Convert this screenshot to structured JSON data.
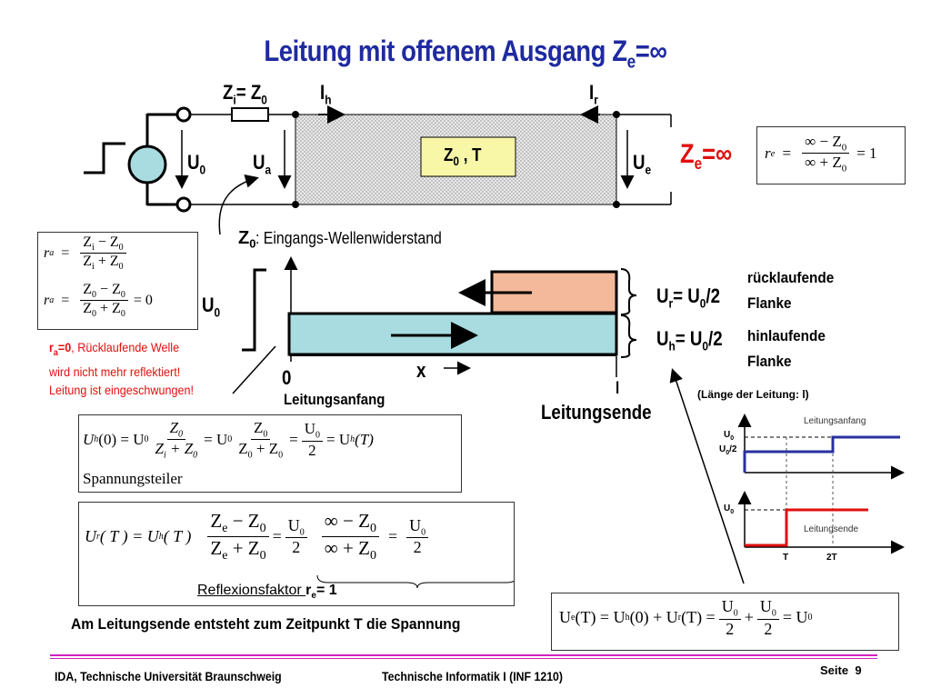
{
  "title": {
    "main": "Leitung mit offenem Ausgang Z",
    "sub": "e",
    "tail": "=∞"
  },
  "circuit": {
    "zi": "Z",
    "zi_sub": "i",
    "zi_eq": "= Z",
    "zi_sub2": "0",
    "ih": "I",
    "ih_sub": "h",
    "ir": "I",
    "ir_sub": "r",
    "u0": "U",
    "u0_sub": "0",
    "ua": "U",
    "ua_sub": "a",
    "ue": "U",
    "ue_sub": "e",
    "line_label": "Z",
    "line_sub": "0",
    "line_tail": " , T",
    "ze": "Z",
    "ze_sub": "e",
    "ze_tail": "=∞"
  },
  "re_box": {
    "lhs": "r",
    "lhs_sub": "e",
    "num": "∞ − Z",
    "num_sub": "0",
    "den": "∞ + Z",
    "den_sub": "0",
    "result": "= 1"
  },
  "z0_caption": {
    "sym": "Z",
    "sub": "0",
    "text": " : Eingangs-Wellenwiderstand"
  },
  "ra_box": {
    "r1_lhs": "r",
    "r1_sub": "a",
    "r1_num": "Z",
    "r1_num_s": "i",
    "r1_num2": " − Z",
    "r1_num_s2": "0",
    "r1_den": "Z",
    "r1_den_s": "i",
    "r1_den2": " + Z",
    "r1_den_s2": "0",
    "r2_num": "Z",
    "r2_num_s": "0",
    "r2_num2": " − Z",
    "r2_num_s2": "0",
    "r2_den": "Z",
    "r2_den_s": "0",
    "r2_den2": " + Z",
    "r2_den_s2": "0",
    "r2_res": "= 0"
  },
  "u0_side": {
    "sym": "U",
    "sub": "0"
  },
  "red_note": {
    "l1a": "r",
    "l1sub": "a",
    "l1b": "=0",
    "l1c": ", Rücklaufende Welle",
    "l2": "wird nicht mehr reflektiert!",
    "l3": "Leitung ist eingeschwungen!"
  },
  "wave": {
    "ur": "U",
    "ur_sub": "r",
    "ur_tail": "= U",
    "ur_sub2": "0",
    "ur_end": "/2",
    "uh": "U",
    "uh_sub": "h",
    "uh_tail": "= U",
    "uh_sub2": "0",
    "uh_end": "/2",
    "back_1": "rücklaufende",
    "back_2": "Flanke",
    "fwd_1": "hinlaufende",
    "fwd_2": "Flanke",
    "x": "x",
    "zero": "0",
    "l": "l",
    "start": "Leitungsanfang",
    "end": "Leitungsende"
  },
  "eq1": {
    "text": "Spannungsteiler"
  },
  "eq2": {
    "refl": "Reflexionsfaktor ",
    "r": "r",
    "r_sub": "e",
    "val": "=  1"
  },
  "bottom_caption": "Am Leitungsende entsteht zum Zeitpunkt T die Spannung",
  "timing": {
    "caption": "(Länge der Leitung: l)",
    "top_title": "Leitungsanfang",
    "bot_title": "Leitungsende",
    "u0": "U",
    "u0_sub": "0",
    "u0half": "U",
    "u0half_sub": "0",
    "u0half_tail": "/2",
    "u0b": "U",
    "u0b_sub": "0",
    "t": "T",
    "t2": "2T"
  },
  "footer": {
    "left": "IDA, Technische Universität Braunschweig",
    "center": "Technische Informatik I (INF 1210)",
    "page_label": "Seite",
    "page_num": "9"
  },
  "colors": {
    "title": "#1f2aa0",
    "red": "#e01010",
    "teal": "#a8dce0",
    "salmon": "#f4b89a",
    "footer_line": "#d020c0",
    "trace_blue": "#2830a0",
    "trace_red": "#e01010"
  }
}
